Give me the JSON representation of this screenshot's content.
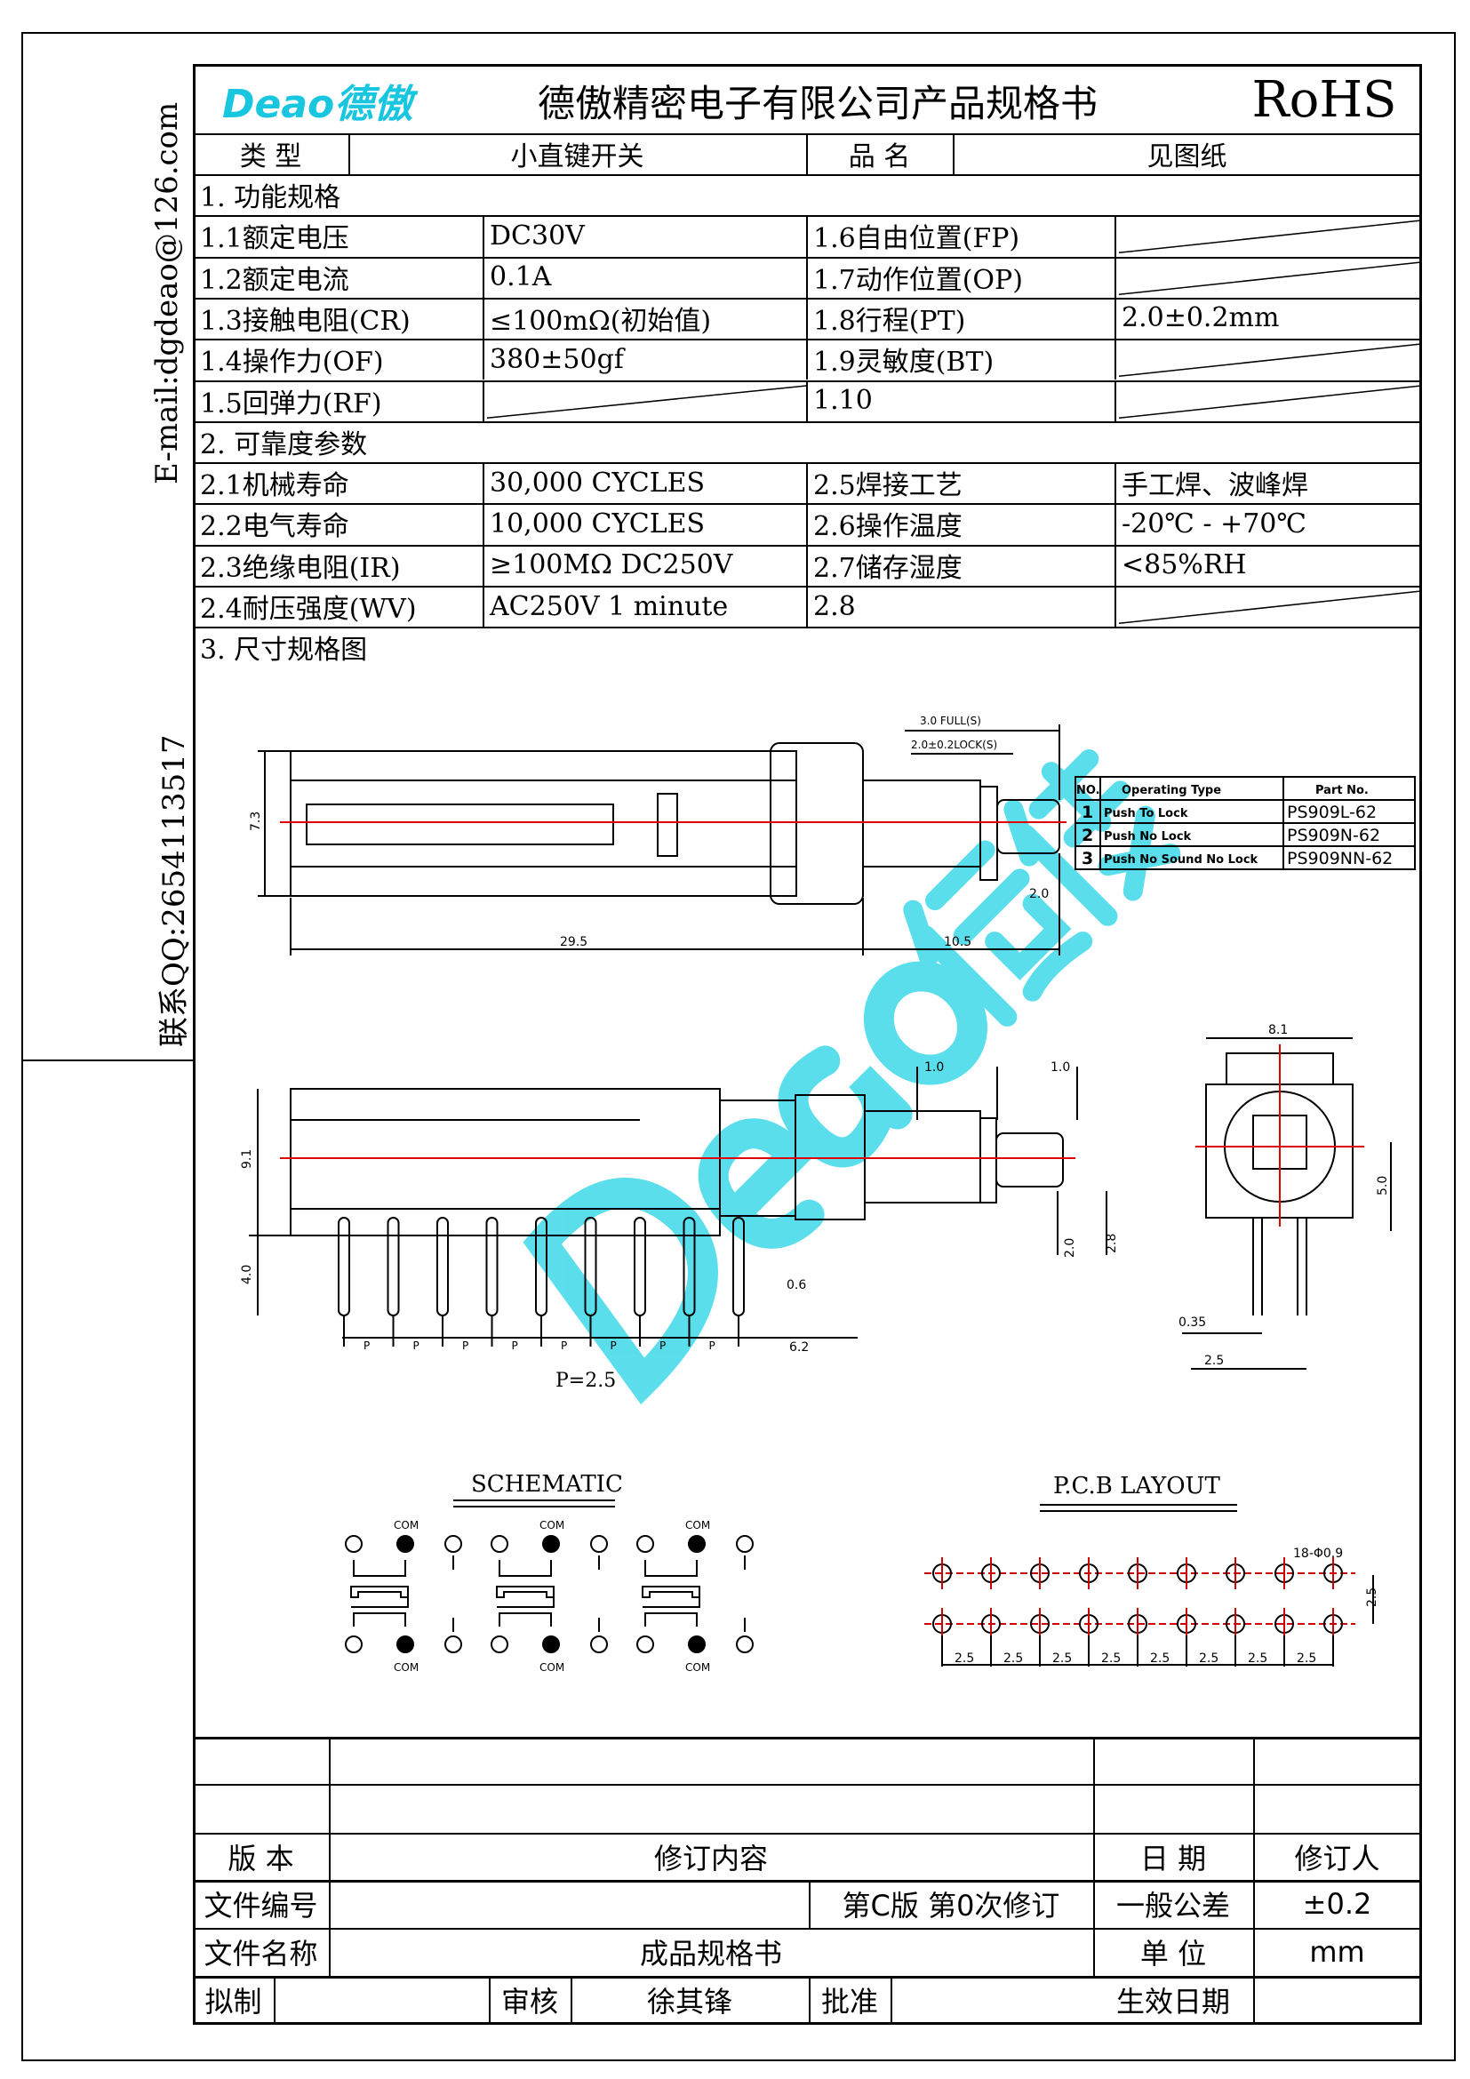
{
  "side": {
    "email": "E-mail:dgdeao@126.com",
    "qq": "联系QQ:2654113517"
  },
  "header": {
    "logo": "Deao德傲",
    "title": "德傲精密电子有限公司产品规格书",
    "rohs": "RoHS"
  },
  "info": {
    "type_label": "类  型",
    "type_value": "小直键开关",
    "name_label": "品  名",
    "name_value": "见图纸"
  },
  "sec1": {
    "title": "1. 功能规格",
    "rows": [
      [
        "1.1额定电压",
        "DC30V",
        "1.6自由位置(FP)",
        ""
      ],
      [
        "1.2额定电流",
        "0.1A",
        "1.7动作位置(OP)",
        ""
      ],
      [
        "1.3接触电阻(CR)",
        "≤100mΩ(初始值)",
        "1.8行程(PT)",
        "2.0±0.2mm"
      ],
      [
        "1.4操作力(OF)",
        "380±50gf",
        "1.9灵敏度(BT)",
        ""
      ],
      [
        "1.5回弹力(RF)",
        "",
        "1.10",
        ""
      ]
    ]
  },
  "sec2": {
    "title": "2. 可靠度参数",
    "rows": [
      [
        "2.1机械寿命",
        "30,000 CYCLES",
        "2.5焊接工艺",
        "手工焊、波峰焊"
      ],
      [
        "2.2电气寿命",
        "10,000  CYCLES",
        "2.6操作温度",
        "-20℃ - +70℃"
      ],
      [
        "2.3绝缘电阻(IR)",
        "≥100MΩ DC250V",
        "2.7储存湿度",
        "<85%RH"
      ],
      [
        "2.4耐压强度(WV)",
        "AC250V 1 minute",
        "2.8",
        ""
      ]
    ]
  },
  "sec3": {
    "title": "3. 尺寸规格图"
  },
  "drawing": {
    "dims": {
      "d73": "7.3",
      "d295": "29.5",
      "d105": "10.5",
      "d20a": "2.0",
      "full": "3.0 FULL(S)",
      "lock": "2.0±0.2LOCK(S)",
      "d91": "9.1",
      "d40": "4.0",
      "d10a": "1.0",
      "d10b": "1.0",
      "d20b": "2.0",
      "d28": "2.8",
      "d06": "0.6",
      "d62": "6.2",
      "p": "P",
      "pitch": "P=2.5",
      "d81": "8.1",
      "d50": "5.0",
      "d035": "0.35",
      "d25": "2.5"
    },
    "parts": {
      "headers": [
        "NO.",
        "Operating Type",
        "Part No."
      ],
      "rows": [
        [
          "1",
          "Push To Lock",
          "PS909L-62"
        ],
        [
          "2",
          "Push No Lock",
          "PS909N-62"
        ],
        [
          "3",
          "Push No Sound No Lock",
          "PS909NN-62"
        ]
      ]
    },
    "schematic_title": "SCHEMATIC",
    "com": "COM",
    "pcb_title": "P.C.B LAYOUT",
    "pcb_holes": "18-Φ0.9",
    "pcb_pitch": "2.5",
    "pcb_rows": 2,
    "pcb_cols": 9,
    "watermark": "Deao德傲",
    "accent": "#33d6e8",
    "centerline": "#e00000"
  },
  "footer": {
    "version": "版 本",
    "content": "修订内容",
    "date": "日 期",
    "reviser": "修订人",
    "doc_no": "文件编号",
    "revision": "第C版 第0次修订",
    "tolerance_label": "一般公差",
    "tolerance": "±0.2",
    "doc_name_label": "文件名称",
    "doc_name": "成品规格书",
    "unit_label": "单 位",
    "unit": "mm",
    "drafted": "拟制",
    "reviewed": "审核",
    "reviewer": "徐其锋",
    "approved": "批准",
    "effective_date": "生效日期"
  }
}
